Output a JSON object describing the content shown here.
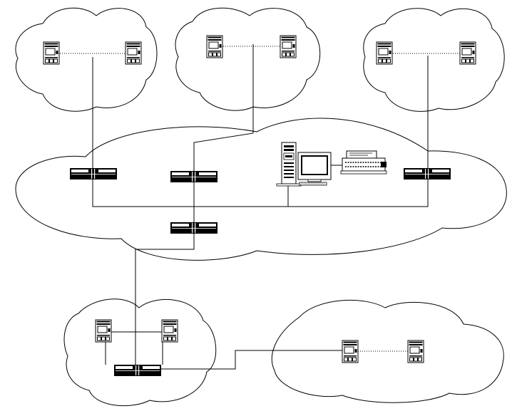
{
  "diagram": {
    "type": "network-topology",
    "colors": {
      "stroke": "#000000",
      "fill": "#ffffff"
    },
    "clouds": [
      {
        "id": "cloud-top-left",
        "icons": [
          "workstation-icon",
          "workstation-icon"
        ]
      },
      {
        "id": "cloud-top-center",
        "icons": [
          "workstation-icon",
          "workstation-icon"
        ]
      },
      {
        "id": "cloud-top-right",
        "icons": [
          "workstation-icon",
          "workstation-icon"
        ]
      },
      {
        "id": "cloud-central-backbone",
        "icons": [
          "hub-icon",
          "hub-icon",
          "hub-icon",
          "hub-icon",
          "server-tower-icon",
          "monitor-icon",
          "printer-icon"
        ]
      },
      {
        "id": "cloud-bottom-left",
        "icons": [
          "workstation-icon",
          "workstation-icon",
          "hub-icon"
        ]
      },
      {
        "id": "cloud-bottom-right",
        "icons": [
          "workstation-icon",
          "workstation-icon"
        ]
      }
    ],
    "text_labels": []
  }
}
